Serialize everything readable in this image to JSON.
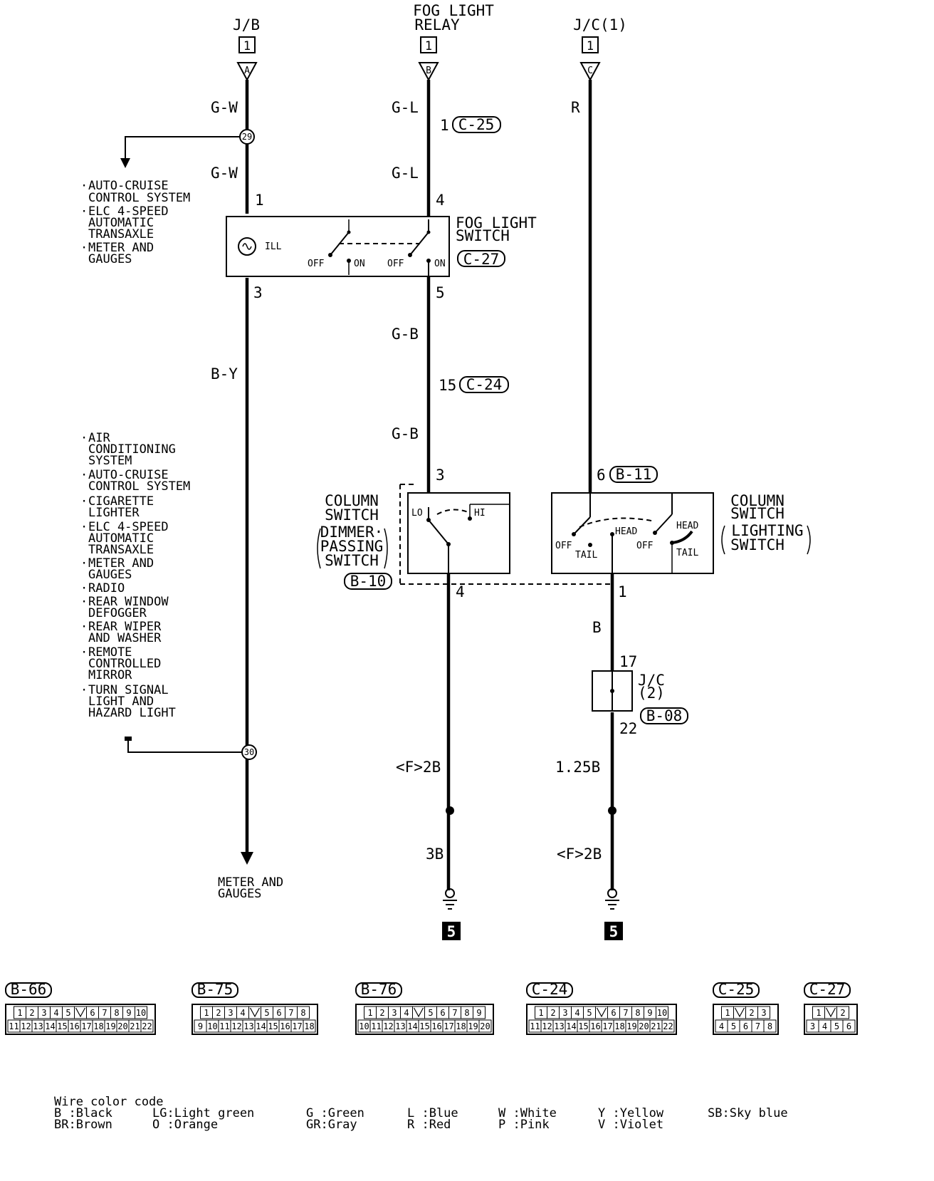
{
  "sources": {
    "jb": {
      "label": "J/B",
      "num": "1",
      "letter": "A"
    },
    "fog_relay": {
      "label1": "FOG LIGHT",
      "label2": "RELAY",
      "num": "1",
      "letter": "B"
    },
    "jc1": {
      "label": "J/C(1)",
      "num": "1",
      "letter": "C"
    }
  },
  "wires": {
    "gw1": "G-W",
    "gw2": "G-W",
    "by": "B-Y",
    "gl1": "G-L",
    "gl2": "G-L",
    "gb1": "G-B",
    "gb2": "G-B",
    "r": "R",
    "b": "B",
    "f2b_left": "<F>2B",
    "b3": "3B",
    "b125": "1.25B",
    "f2b_right": "<F>2B"
  },
  "junctions": {
    "j29": "29",
    "j30": "30"
  },
  "pins": {
    "p1": "1",
    "p3": "3",
    "p4": "4",
    "p5": "5",
    "c25_pin": "1",
    "c24_pin": "15",
    "col3": "3",
    "col4": "4",
    "lt6": "6",
    "lt1": "1",
    "jc17": "17",
    "jc22": "22"
  },
  "connectors": {
    "c25": "C-25",
    "c24": "C-24",
    "c27": "C-27",
    "b11": "B-11",
    "b10": "B-10",
    "b08": "B-08"
  },
  "fog_switch": {
    "title1": "FOG LIGHT",
    "title2": "SWITCH",
    "ill": "ILL",
    "off": "OFF",
    "on": "ON"
  },
  "dimmer": {
    "title1": "COLUMN",
    "title2": "SWITCH",
    "sub1": "DIMMER·",
    "sub2": "PASSING",
    "sub3": "SWITCH",
    "lo": "LO",
    "hi": "HI"
  },
  "lighting": {
    "title1": "COLUMN",
    "title2": "SWITCH",
    "sub1": "LIGHTING",
    "sub2": "SWITCH",
    "off": "OFF",
    "tail": "TAIL",
    "head": "HEAD"
  },
  "jc2": {
    "label1": "J/C",
    "label2": "(2)"
  },
  "ground": "5",
  "upper_notes": [
    [
      "AUTO-CRUISE",
      "CONTROL SYSTEM"
    ],
    [
      "ELC 4-SPEED",
      "AUTOMATIC",
      "TRANSAXLE"
    ],
    [
      "METER AND",
      "GAUGES"
    ]
  ],
  "lower_notes": [
    [
      "AIR",
      "CONDITIONING",
      "SYSTEM"
    ],
    [
      "AUTO-CRUISE",
      "CONTROL SYSTEM"
    ],
    [
      "CIGARETTE",
      "LIGHTER"
    ],
    [
      "ELC 4-SPEED",
      "AUTOMATIC",
      "TRANSAXLE"
    ],
    [
      "METER AND",
      "GAUGES"
    ],
    [
      "RADIO"
    ],
    [
      "REAR WINDOW",
      "DEFOGGER"
    ],
    [
      "REAR WIPER",
      "AND WASHER"
    ],
    [
      "REMOTE",
      "CONTROLLED",
      "MIRROR"
    ],
    [
      "TURN SIGNAL",
      "LIGHT AND",
      "HAZARD LIGHT"
    ]
  ],
  "meter_label": [
    "METER AND",
    "GAUGES"
  ],
  "connector_views": [
    {
      "name": "B-66",
      "top": [
        "1",
        "2",
        "3",
        "4",
        "5",
        "",
        "6",
        "7",
        "8",
        "9",
        "10"
      ],
      "bottom": [
        "11",
        "12",
        "13",
        "14",
        "15",
        "16",
        "17",
        "18",
        "19",
        "20",
        "21",
        "22"
      ]
    },
    {
      "name": "B-75",
      "top": [
        "1",
        "2",
        "3",
        "4",
        "",
        "5",
        "6",
        "7",
        "8"
      ],
      "bottom": [
        "9",
        "10",
        "11",
        "12",
        "13",
        "14",
        "15",
        "16",
        "17",
        "18"
      ]
    },
    {
      "name": "B-76",
      "top": [
        "1",
        "2",
        "3",
        "4",
        "",
        "5",
        "6",
        "7",
        "8",
        "9"
      ],
      "bottom": [
        "10",
        "11",
        "12",
        "13",
        "14",
        "15",
        "16",
        "17",
        "18",
        "19",
        "20"
      ]
    },
    {
      "name": "C-24",
      "top": [
        "1",
        "2",
        "3",
        "4",
        "5",
        "",
        "6",
        "7",
        "8",
        "9",
        "10"
      ],
      "bottom": [
        "11",
        "12",
        "13",
        "14",
        "15",
        "16",
        "17",
        "18",
        "19",
        "20",
        "21",
        "22"
      ]
    },
    {
      "name": "C-25",
      "top": [
        "1",
        "",
        "2",
        "3"
      ],
      "bottom": [
        "4",
        "5",
        "6",
        "7",
        "8"
      ]
    },
    {
      "name": "C-27",
      "top": [
        "1",
        "",
        "2"
      ],
      "bottom": [
        "3",
        "4",
        "5",
        "6"
      ]
    }
  ],
  "legend": {
    "title": "Wire color code",
    "items": [
      [
        "B :Black",
        "BR:Brown"
      ],
      [
        "LG:Light green",
        "O :Orange"
      ],
      [
        "G :Green",
        "GR:Gray"
      ],
      [
        "L :Blue",
        "R :Red"
      ],
      [
        "W :White",
        "P :Pink"
      ],
      [
        "Y :Yellow",
        "V :Violet"
      ],
      [
        "SB:Sky blue",
        ""
      ]
    ]
  }
}
